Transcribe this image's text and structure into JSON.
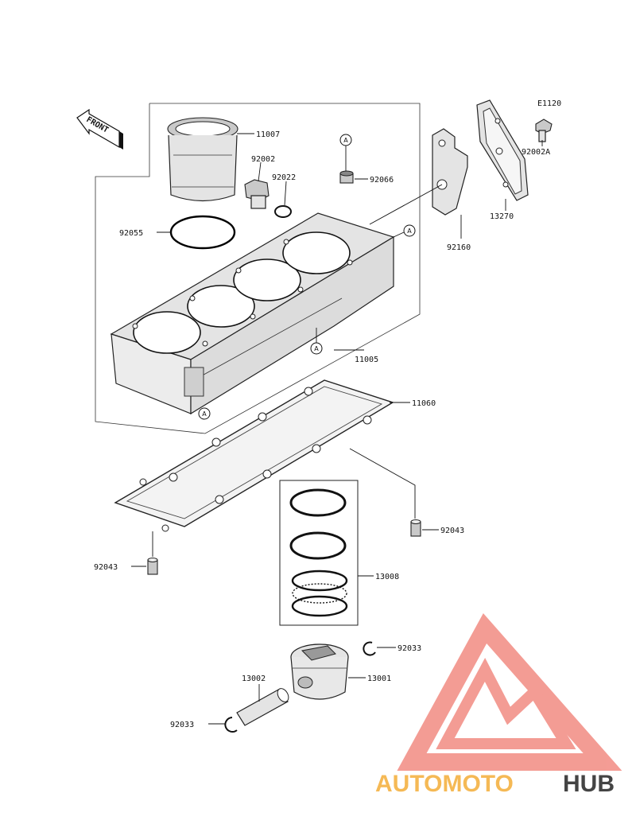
{
  "diagram": {
    "front_label": "FRONT",
    "code": "E1120",
    "reference_mark": "A",
    "parts": {
      "p11007": "11007",
      "p92002": "92002",
      "p92022": "92022",
      "p92066": "92066",
      "p92002A": "92002A",
      "p13270": "13270",
      "p92160": "92160",
      "p92055": "92055",
      "p11005": "11005",
      "p11060": "11060",
      "p92043_right": "92043",
      "p92043_left": "92043",
      "p13008": "13008",
      "p92033_top": "92033",
      "p13001": "13001",
      "p13002": "13002",
      "p92033_left": "92033"
    }
  },
  "watermark": {
    "part1": "AUTOMOTO",
    "part2": "HUB",
    "color_primary": "#f28b82",
    "color_secondary": "#f5b955",
    "color_text2": "#444444"
  }
}
